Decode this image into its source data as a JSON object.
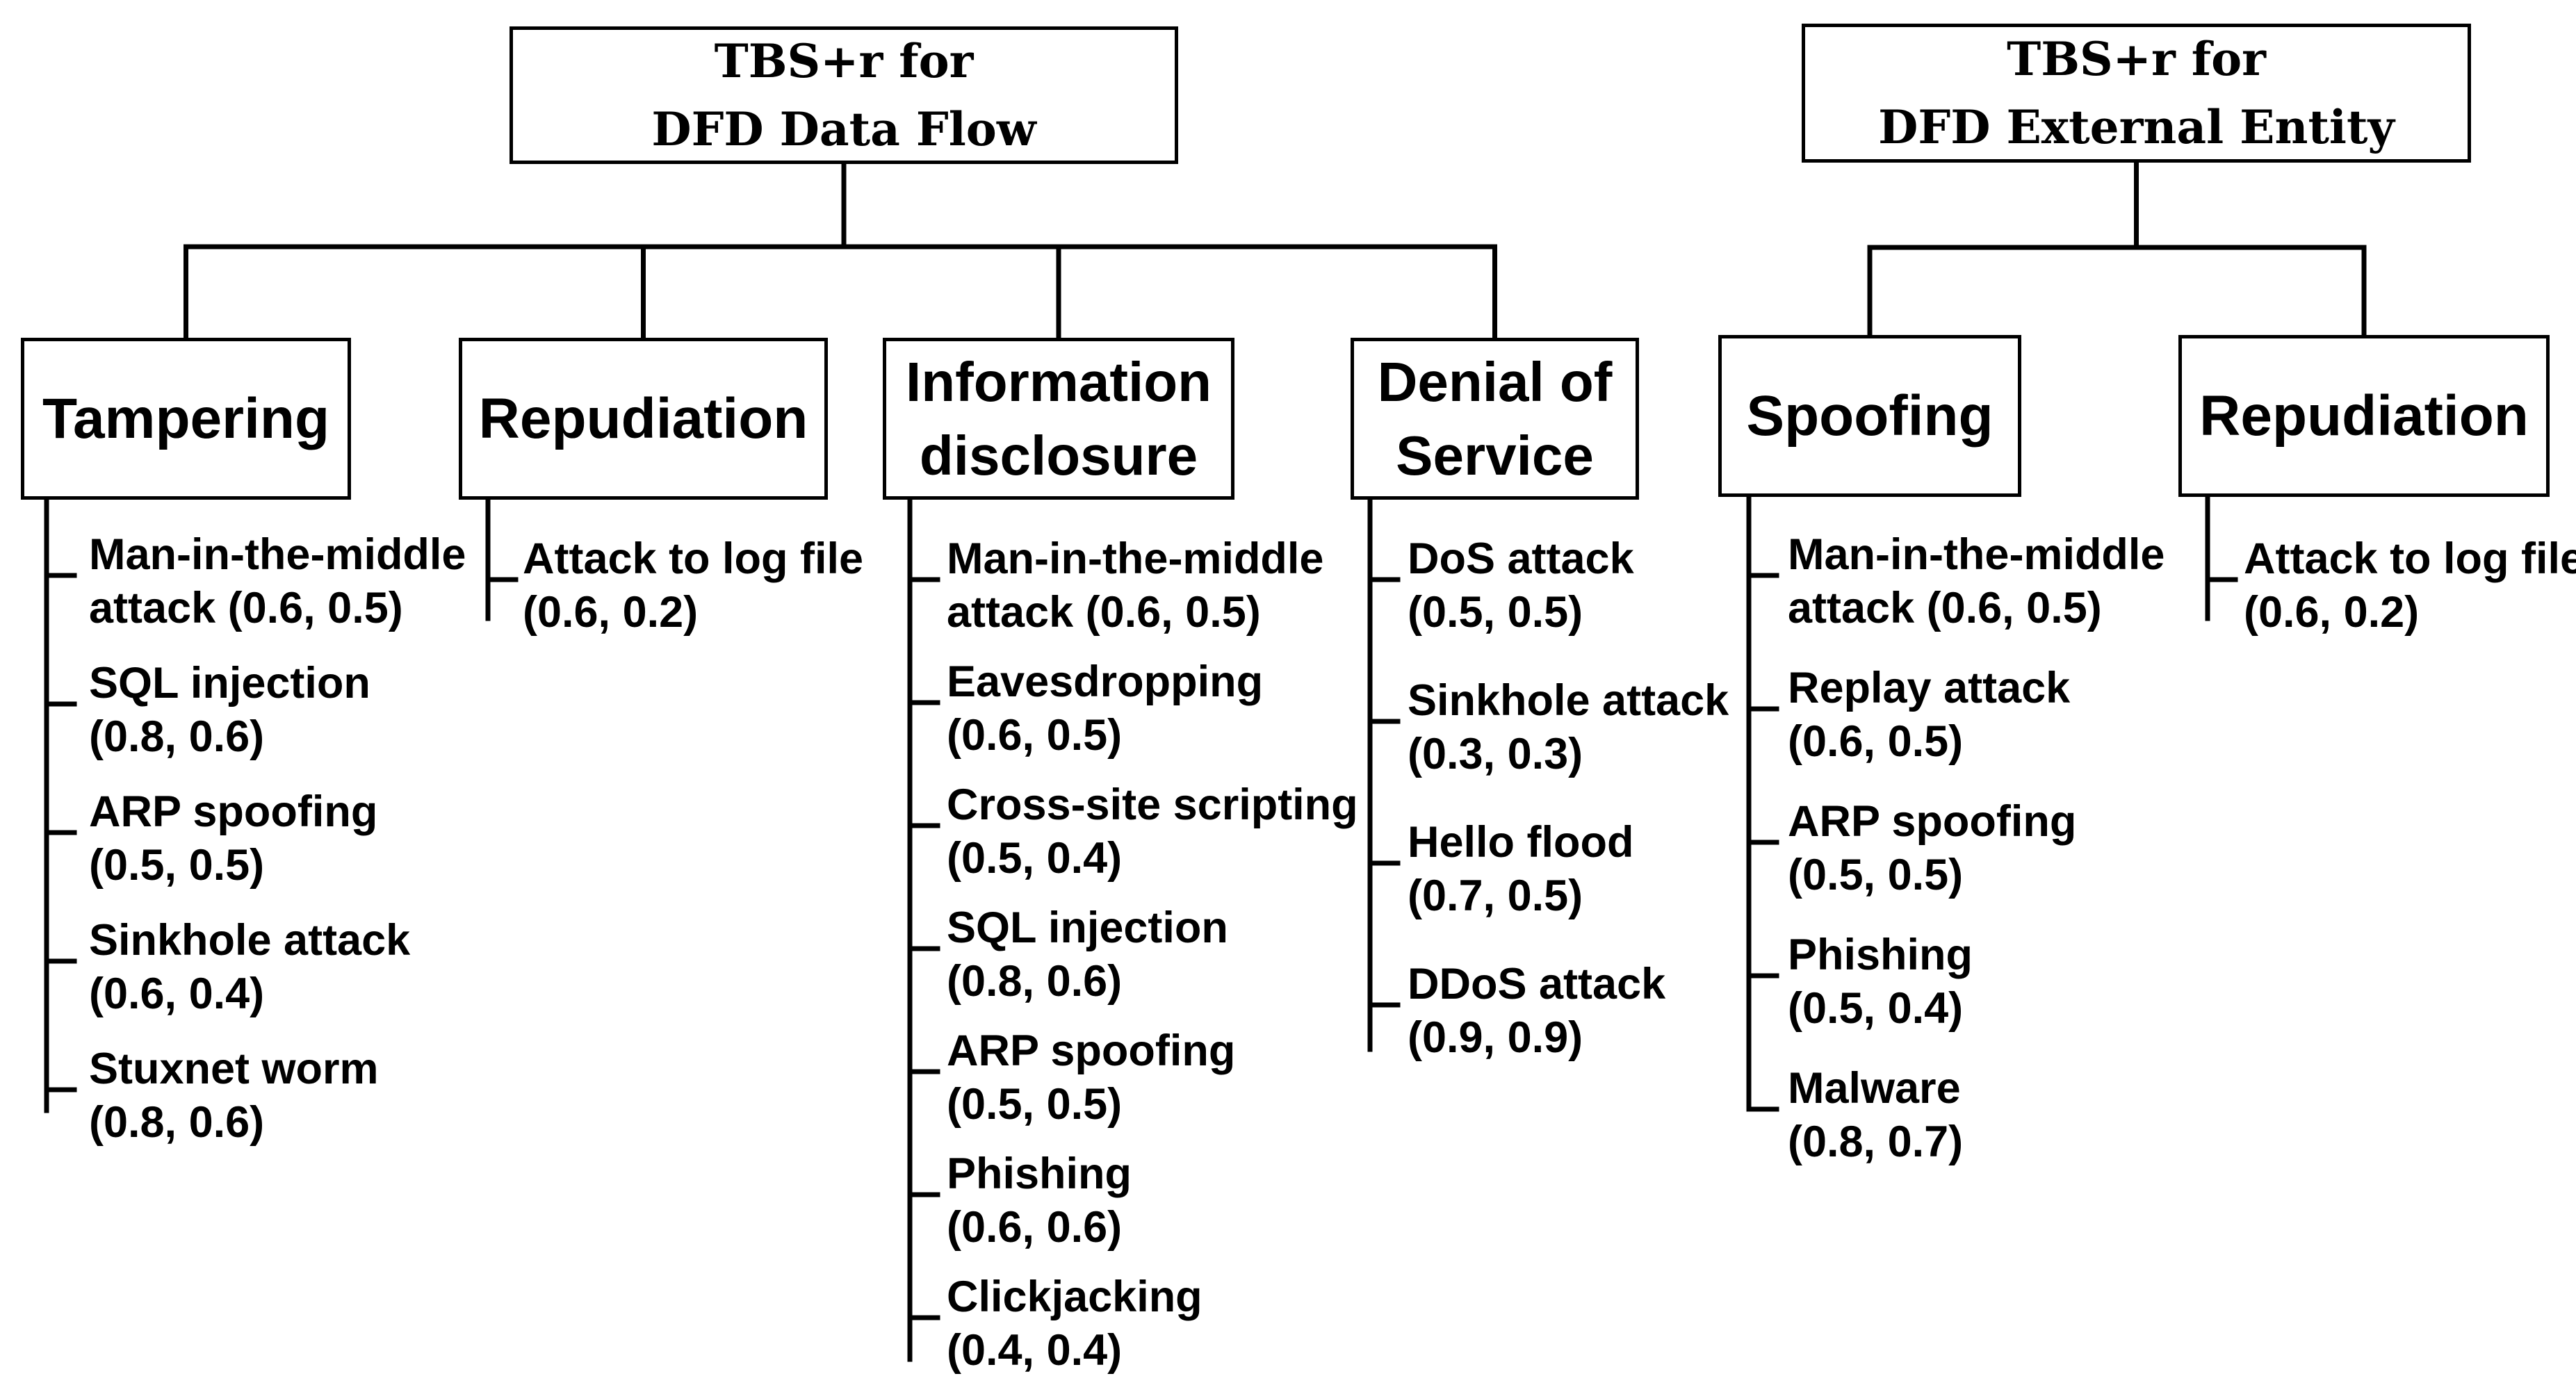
{
  "roots": [
    {
      "id": "df",
      "label": "TBS+r  for\nDFD Data Flow"
    },
    {
      "id": "ee",
      "label": "TBS+r  for\nDFD External Entity"
    }
  ],
  "categories": [
    {
      "id": "tampering",
      "root": "df",
      "label": "Tampering",
      "attacks": [
        {
          "name": "Man-in-the-middle",
          "name2": "attack",
          "values": "(0.6, 0.5)"
        },
        {
          "name": "SQL injection",
          "values": "(0.8, 0.6)"
        },
        {
          "name": "ARP spoofing",
          "values": "(0.5, 0.5)"
        },
        {
          "name": "Sinkhole attack",
          "values": "(0.6, 0.4)"
        },
        {
          "name": "Stuxnet worm",
          "values": "(0.8, 0.6)"
        }
      ]
    },
    {
      "id": "repudiation-df",
      "root": "df",
      "label": "Repudiation",
      "attacks": [
        {
          "name": "Attack to log file",
          "values": "(0.6, 0.2)"
        }
      ]
    },
    {
      "id": "info-disclosure",
      "root": "df",
      "label": "Information\ndisclosure",
      "attacks": [
        {
          "name": "Man-in-the-middle",
          "name2": "attack",
          "values": "(0.6, 0.5)"
        },
        {
          "name": "Eavesdropping",
          "values": "(0.6, 0.5)"
        },
        {
          "name": "Cross-site scripting",
          "values": "(0.5, 0.4)"
        },
        {
          "name": "SQL injection",
          "values": "(0.8, 0.6)"
        },
        {
          "name": "ARP spoofing",
          "values": "(0.5, 0.5)"
        },
        {
          "name": "Phishing",
          "values": "(0.6, 0.6)"
        },
        {
          "name": "Clickjacking",
          "values": "(0.4, 0.4)"
        }
      ]
    },
    {
      "id": "dos",
      "root": "df",
      "label": "Denial of\nService",
      "attacks": [
        {
          "name": "DoS attack",
          "values": "(0.5, 0.5)"
        },
        {
          "name": "Sinkhole attack",
          "values": "(0.3, 0.3)"
        },
        {
          "name": "Hello flood",
          "values": "(0.7, 0.5)"
        },
        {
          "name": "DDoS attack",
          "values": "(0.9, 0.9)"
        }
      ]
    },
    {
      "id": "spoofing",
      "root": "ee",
      "label": "Spoofing",
      "attacks": [
        {
          "name": "Man-in-the-middle",
          "name2": "attack",
          "values": "(0.6, 0.5)"
        },
        {
          "name": "Replay attack",
          "values": "(0.6, 0.5)"
        },
        {
          "name": "ARP spoofing",
          "values": "(0.5, 0.5)"
        },
        {
          "name": "Phishing",
          "values": "(0.5, 0.4)"
        },
        {
          "name": "Malware",
          "values": "(0.8, 0.7)"
        }
      ]
    },
    {
      "id": "repudiation-ee",
      "root": "ee",
      "label": "Repudiation",
      "attacks": [
        {
          "name": "Attack to log file",
          "values": "(0.6, 0.2)"
        }
      ]
    }
  ]
}
